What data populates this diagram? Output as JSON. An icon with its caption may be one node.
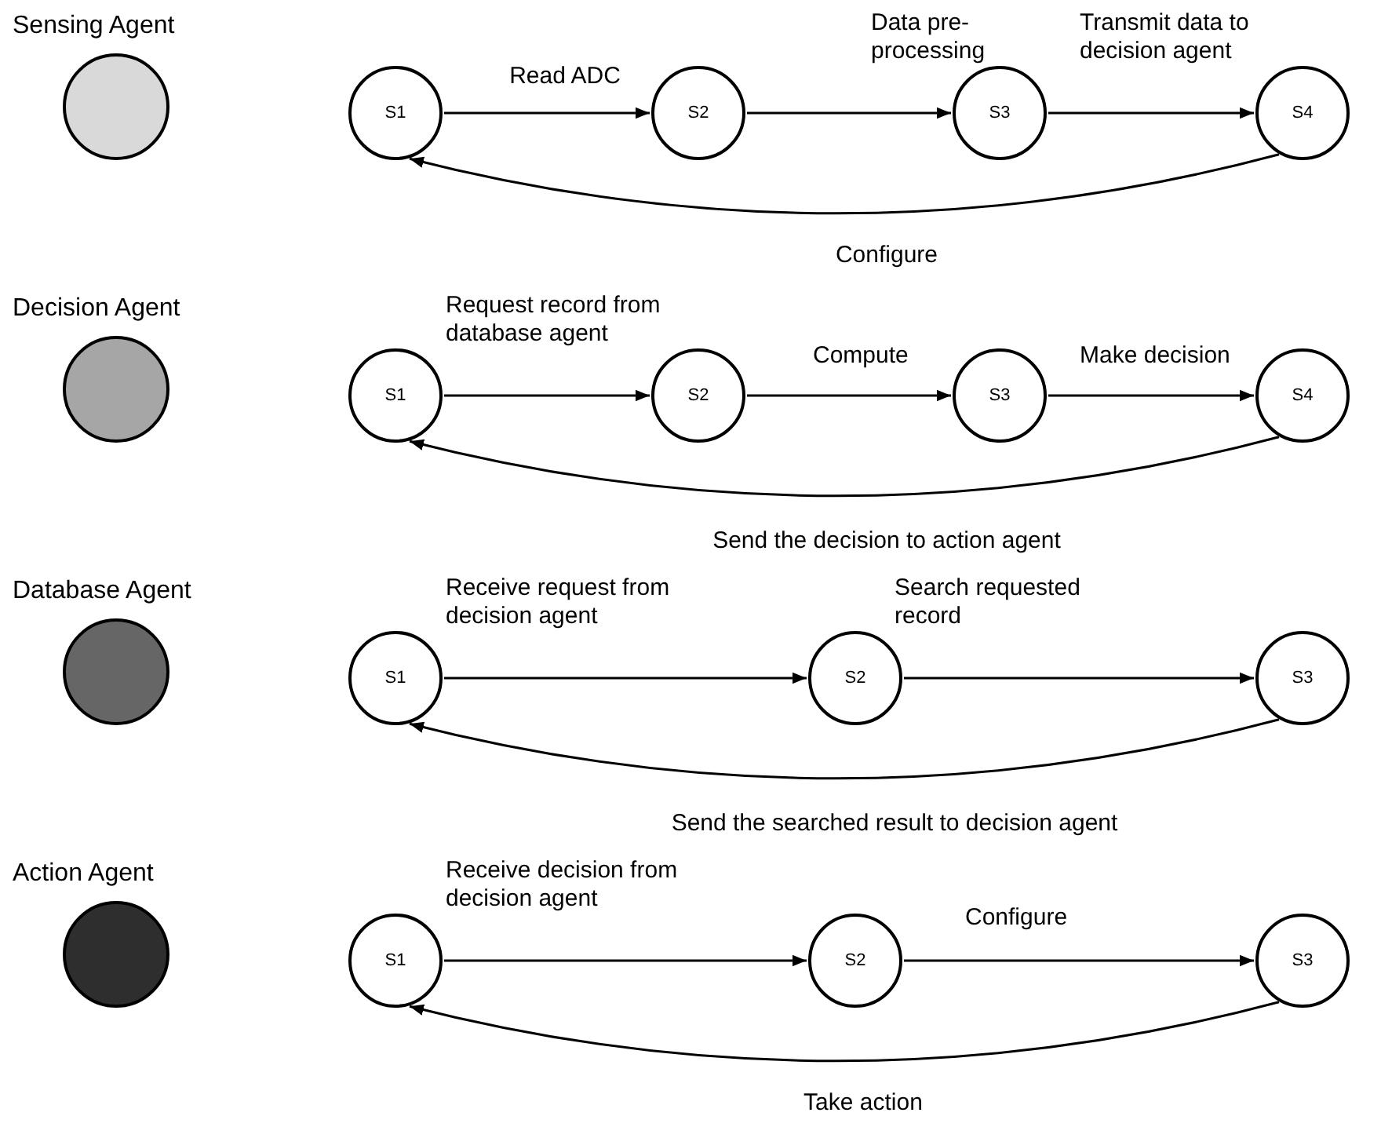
{
  "diagram": {
    "nodes": [
      {
        "text": [
          "Sensing Agent"
        ]
      },
      {
        "text": [
          "S1"
        ]
      },
      {
        "text": [
          "S2"
        ]
      },
      {
        "text": [
          "S3"
        ]
      },
      {
        "text": [
          "S4"
        ]
      },
      {
        "text": [
          "Decision Agent"
        ]
      },
      {
        "text": [
          "S1"
        ]
      },
      {
        "text": [
          "S2"
        ]
      },
      {
        "text": [
          "S3"
        ]
      },
      {
        "text": [
          "S4"
        ]
      },
      {
        "text": [
          "Database Agent"
        ]
      },
      {
        "text": [
          "S1"
        ]
      },
      {
        "text": [
          "S2"
        ]
      },
      {
        "text": [
          "S3"
        ]
      },
      {
        "text": [
          "Action Agent"
        ]
      },
      {
        "text": [
          "S1"
        ]
      },
      {
        "text": [
          "S2"
        ]
      },
      {
        "text": [
          "S3"
        ]
      }
    ],
    "edges": [
      {
        "from": 1,
        "to": 2,
        "arrow": "to",
        "label": "Read ADC"
      },
      {
        "from": 2,
        "to": 3,
        "arrow": "to",
        "label": "Data pre-processing"
      },
      {
        "from": 3,
        "to": 4,
        "arrow": "to",
        "label": "Transmit data to decision agent"
      },
      {
        "from": 4,
        "to": 1,
        "arrow": "to",
        "label": "Configure"
      },
      {
        "from": 6,
        "to": 7,
        "arrow": "to",
        "label": "Request record from database agent"
      },
      {
        "from": 7,
        "to": 8,
        "arrow": "to",
        "label": "Compute"
      },
      {
        "from": 8,
        "to": 9,
        "arrow": "to",
        "label": "Make decision"
      },
      {
        "from": 9,
        "to": 6,
        "arrow": "to",
        "label": "Send the decision to action agent"
      },
      {
        "from": 11,
        "to": 12,
        "arrow": "to",
        "label": "Receive request from decision agent"
      },
      {
        "from": 12,
        "to": 13,
        "arrow": "to",
        "label": "Search requested record"
      },
      {
        "from": 13,
        "to": 11,
        "arrow": "to",
        "label": "Send the searched result to decision agent"
      },
      {
        "from": 15,
        "to": 16,
        "arrow": "to",
        "label": "Receive decision from decision agent"
      },
      {
        "from": 16,
        "to": 17,
        "arrow": "to",
        "label": "Configure"
      },
      {
        "from": 17,
        "to": 15,
        "arrow": "to",
        "label": "Take action"
      }
    ]
  }
}
